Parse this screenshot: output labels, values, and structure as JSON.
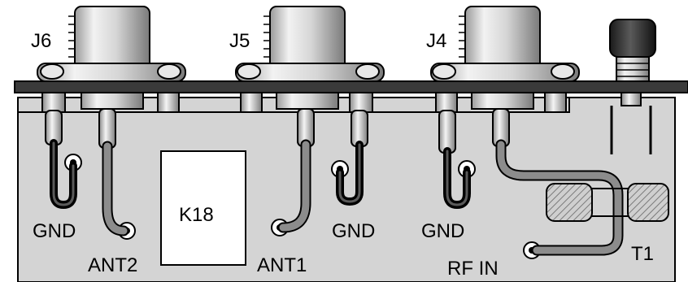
{
  "connectors": {
    "j6": "J6",
    "j5": "J5",
    "j4": "J4"
  },
  "labels": {
    "gnd_1": "GND",
    "gnd_2": "GND",
    "gnd_3": "GND",
    "ant2": "ANT2",
    "ant1": "ANT1",
    "rf_in": "RF IN",
    "k18": "K18",
    "t1": "T1"
  },
  "colors": {
    "board": "#d4d4d4",
    "chassis": "#3a3a3a",
    "metal_light": "#e8e8e8",
    "metal_dark": "#8a8a8a",
    "coax": "#8c8c8c",
    "wire_black": "#111111",
    "hatch": "#9a9a9a"
  }
}
